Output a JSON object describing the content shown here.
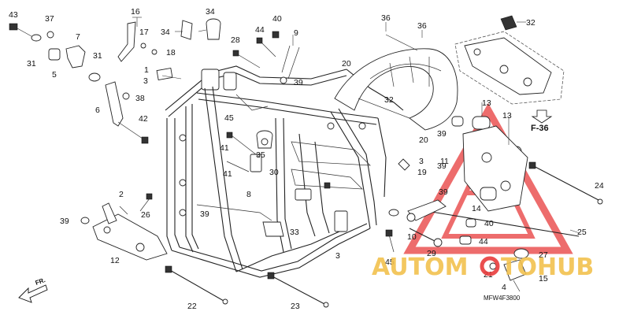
{
  "title": "",
  "callouts": [
    {
      "id": "c43",
      "text": "43"
    },
    {
      "id": "c37",
      "text": "37"
    },
    {
      "id": "c7",
      "text": "7"
    },
    {
      "id": "c31a",
      "text": "31"
    },
    {
      "id": "c5",
      "text": "5"
    },
    {
      "id": "c31b",
      "text": "31"
    },
    {
      "id": "c16",
      "text": "16"
    },
    {
      "id": "c17",
      "text": "17"
    },
    {
      "id": "c18",
      "text": "18"
    },
    {
      "id": "c34a",
      "text": "34"
    },
    {
      "id": "c34b",
      "text": "34"
    },
    {
      "id": "c40a",
      "text": "40"
    },
    {
      "id": "c44",
      "text": "44"
    },
    {
      "id": "c9",
      "text": "9"
    },
    {
      "id": "c28",
      "text": "28"
    },
    {
      "id": "c1",
      "text": "1"
    },
    {
      "id": "c3a",
      "text": "3"
    },
    {
      "id": "c6",
      "text": "6"
    },
    {
      "id": "c38",
      "text": "38"
    },
    {
      "id": "c42",
      "text": "42"
    },
    {
      "id": "c39a",
      "text": "39"
    },
    {
      "id": "c36a",
      "text": "36"
    },
    {
      "id": "c36b",
      "text": "36"
    },
    {
      "id": "c20a",
      "text": "20"
    },
    {
      "id": "c32a",
      "text": "32"
    },
    {
      "id": "c32b",
      "text": "32"
    },
    {
      "id": "c45a",
      "text": "45"
    },
    {
      "id": "c41",
      "text": "41"
    },
    {
      "id": "c35",
      "text": "35"
    },
    {
      "id": "c30",
      "text": "30"
    },
    {
      "id": "c8",
      "text": "8"
    },
    {
      "id": "c2",
      "text": "2"
    },
    {
      "id": "c26",
      "text": "26"
    },
    {
      "id": "c39b",
      "text": "39"
    },
    {
      "id": "c12",
      "text": "12"
    },
    {
      "id": "c39c",
      "text": "39"
    },
    {
      "id": "c33",
      "text": "33"
    },
    {
      "id": "c3b",
      "text": "3"
    },
    {
      "id": "c22",
      "text": "22"
    },
    {
      "id": "c23",
      "text": "23"
    },
    {
      "id": "c13a",
      "text": "13"
    },
    {
      "id": "c13b",
      "text": "13"
    },
    {
      "id": "c39d",
      "text": "39"
    },
    {
      "id": "c20b",
      "text": "20"
    },
    {
      "id": "c3c",
      "text": "3"
    },
    {
      "id": "c19",
      "text": "19"
    },
    {
      "id": "c11",
      "text": "11"
    },
    {
      "id": "c39e",
      "text": "39"
    },
    {
      "id": "c14",
      "text": "14"
    },
    {
      "id": "c40b",
      "text": "40"
    },
    {
      "id": "c24",
      "text": "24"
    },
    {
      "id": "c10",
      "text": "10"
    },
    {
      "id": "c44b",
      "text": "44"
    },
    {
      "id": "c25",
      "text": "25"
    },
    {
      "id": "c29",
      "text": "29"
    },
    {
      "id": "c45b",
      "text": "45"
    },
    {
      "id": "c27",
      "text": "27"
    },
    {
      "id": "c21",
      "text": "21"
    },
    {
      "id": "c4",
      "text": "4"
    },
    {
      "id": "c15",
      "text": "15"
    },
    {
      "id": "c39f",
      "text": "39"
    },
    {
      "id": "c41b",
      "text": "41"
    }
  ],
  "reference_label": "F-36",
  "direction_label": "FR.",
  "diagram_code": "MFW4F3800",
  "watermark": {
    "part1": "AUTOM",
    "part2": "TOHUB",
    "color_text": "#f2c14e",
    "color_triangle": "#e83c3c",
    "color_hub": "#333333"
  },
  "colors": {
    "line": "#222222",
    "background": "#ffffff"
  }
}
